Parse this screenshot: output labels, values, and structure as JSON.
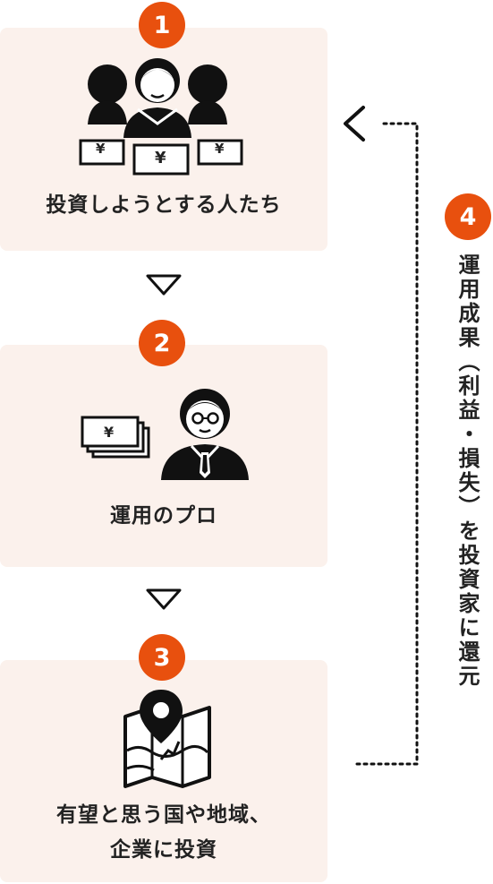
{
  "steps": [
    {
      "number": "1",
      "label": "投資しようとする人たち"
    },
    {
      "number": "2",
      "label": "運用のプロ"
    },
    {
      "number": "3",
      "label_line1": "有望と思う国や地域、",
      "label_line2": "企業に投資"
    }
  ],
  "return_step": {
    "number": "4",
    "label": "運用成果（利益・損失）を投資家に還元"
  },
  "currency_symbol": "¥",
  "colors": {
    "accent": "#e8500e",
    "card_bg": "#fbf1ec",
    "text": "#222222",
    "icon": "#111111"
  }
}
